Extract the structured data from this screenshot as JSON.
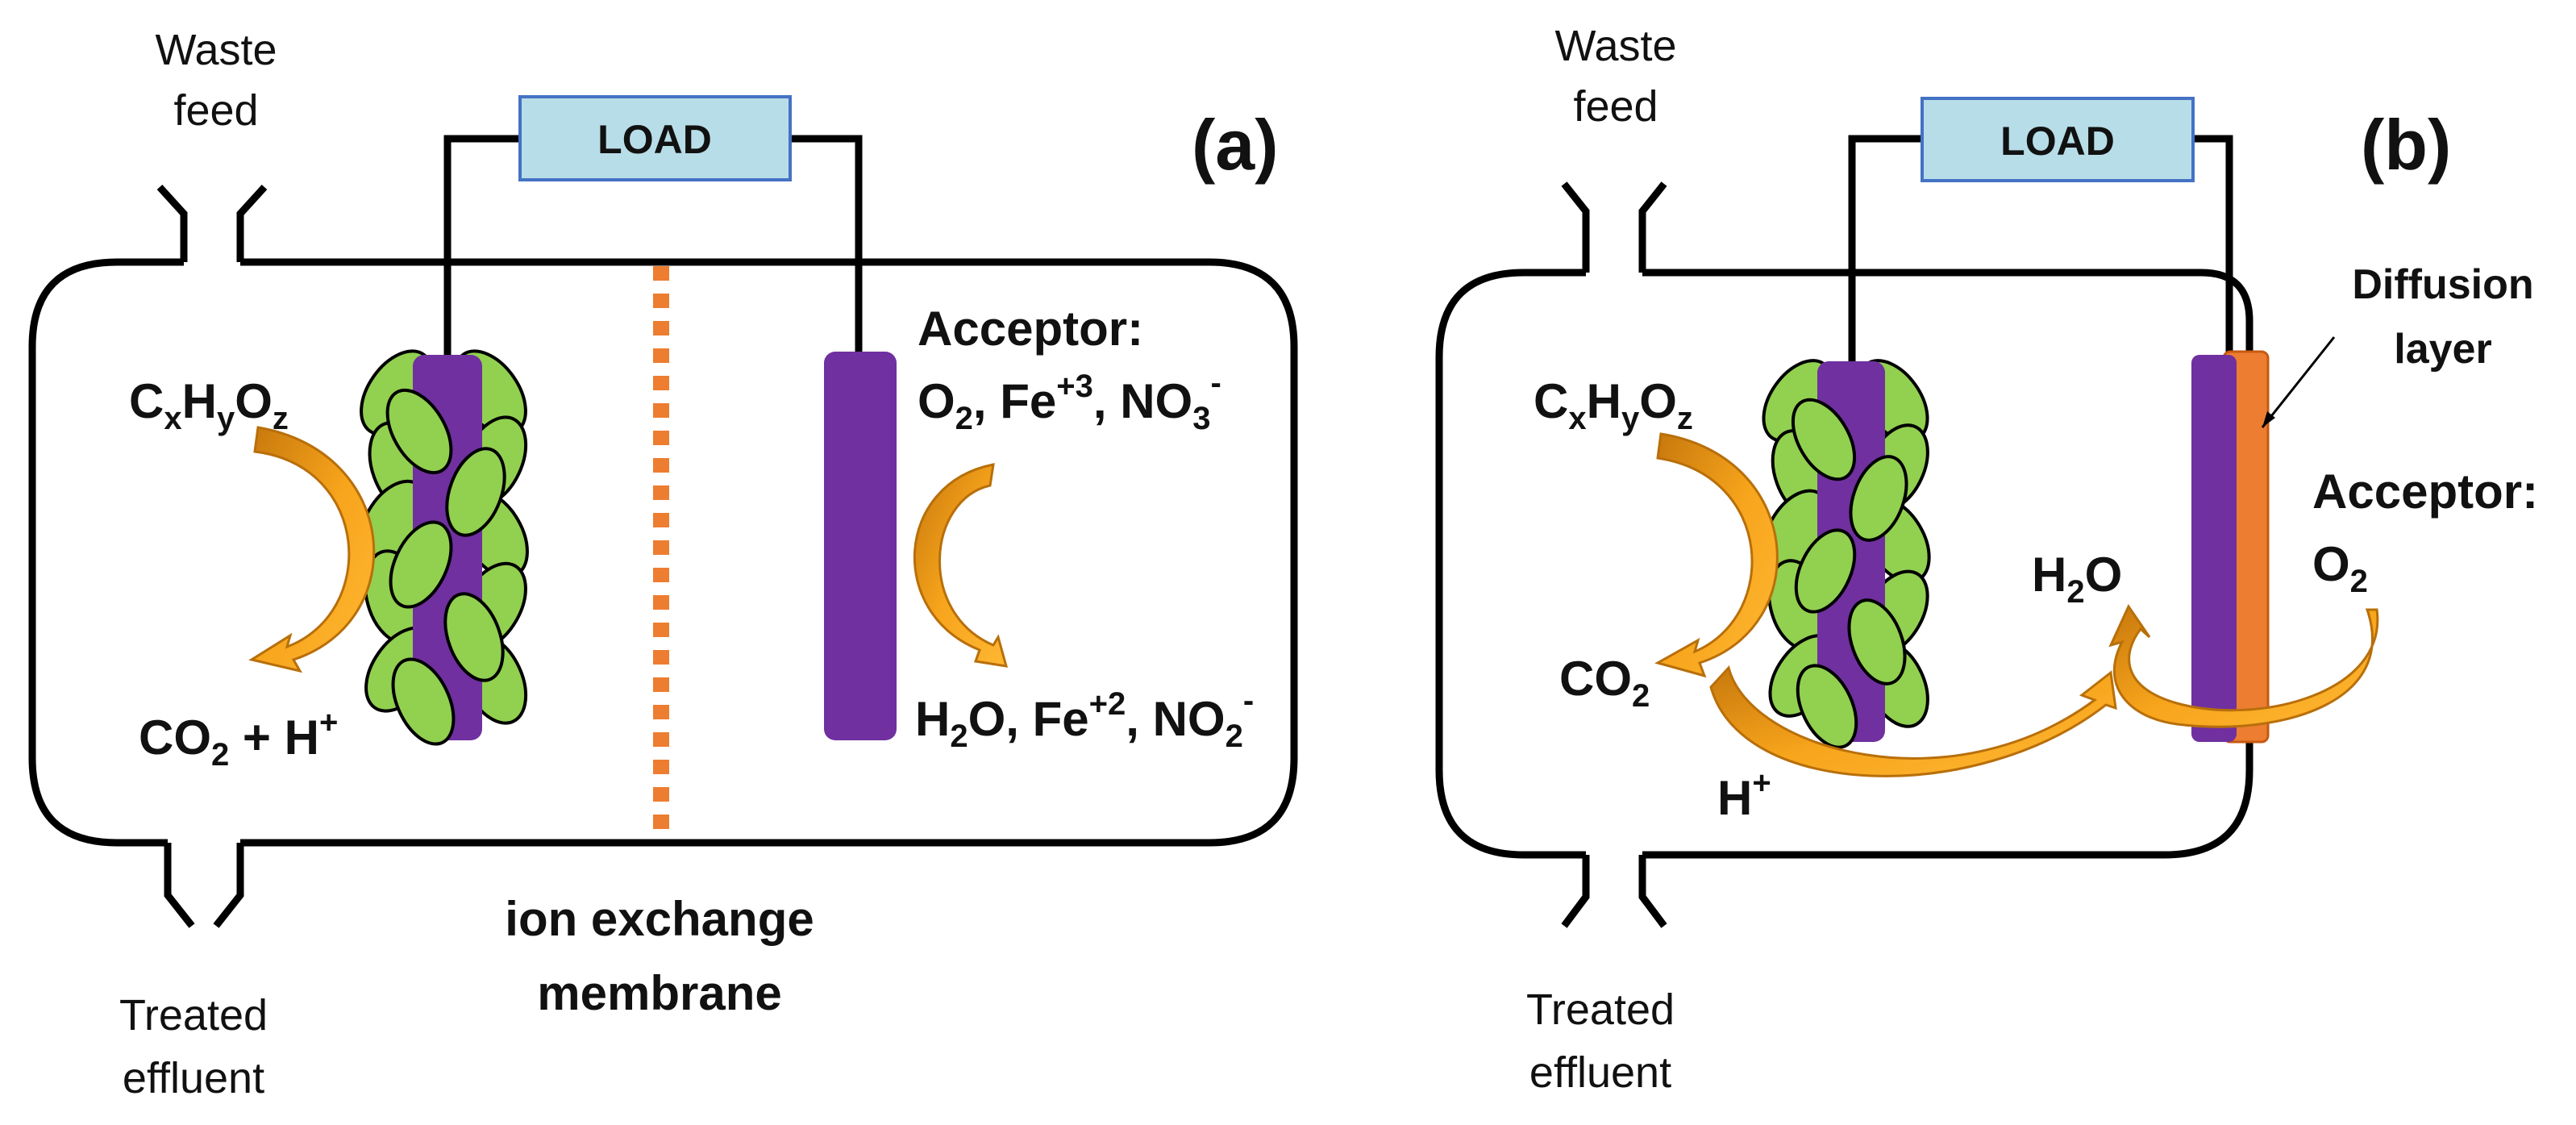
{
  "panel_a": {
    "tag": "(a)",
    "load": "LOAD",
    "waste_feed": [
      "Waste",
      "feed"
    ],
    "treated_effluent": [
      "Treated",
      "effluent"
    ],
    "substrate": {
      "C": "C",
      "x": "x",
      "H": "H",
      "y": "y",
      "O": "O",
      "z": "z"
    },
    "products": {
      "co": "CO",
      "two": "2",
      "plus_h": " + H",
      "plus": "+"
    },
    "acceptor_title": "Acceptor:",
    "acceptor_list": {
      "o": "O",
      "two": "2",
      "fe": ", Fe",
      "fe_charge": "+3",
      "no": ", NO",
      "three": "3",
      "minus": "-"
    },
    "reduced_list": {
      "h": "H",
      "two": "2",
      "o_fe": "O, Fe",
      "fe_charge": "+2",
      "no": ", NO",
      "two_b": "2",
      "minus": "-"
    },
    "membrane": [
      "ion exchange",
      "membrane"
    ]
  },
  "panel_b": {
    "tag": "(b)",
    "load": "LOAD",
    "waste_feed": [
      "Waste",
      "feed"
    ],
    "treated_effluent": [
      "Treated",
      "effluent"
    ],
    "substrate": {
      "C": "C",
      "x": "x",
      "H": "H",
      "y": "y",
      "O": "O",
      "z": "z"
    },
    "co2": {
      "co": "CO",
      "two": "2"
    },
    "proton": {
      "h": "H",
      "plus": "+"
    },
    "water": {
      "h": "H",
      "two": "2",
      "o": "O"
    },
    "acceptor_title": "Acceptor:",
    "acceptor_o2": {
      "o": "O",
      "two": "2"
    },
    "diffusion": [
      "Diffusion",
      "layer"
    ]
  },
  "colors": {
    "electrode": "#7030a0",
    "bacteria": "#92d050",
    "arrow": "#f6a319",
    "arrow_edge": "#b86f0a",
    "membrane": "#ed7d31",
    "diffusion": "#ed7d31",
    "load_box": "#b7dde8",
    "load_edge": "#4472c4"
  }
}
